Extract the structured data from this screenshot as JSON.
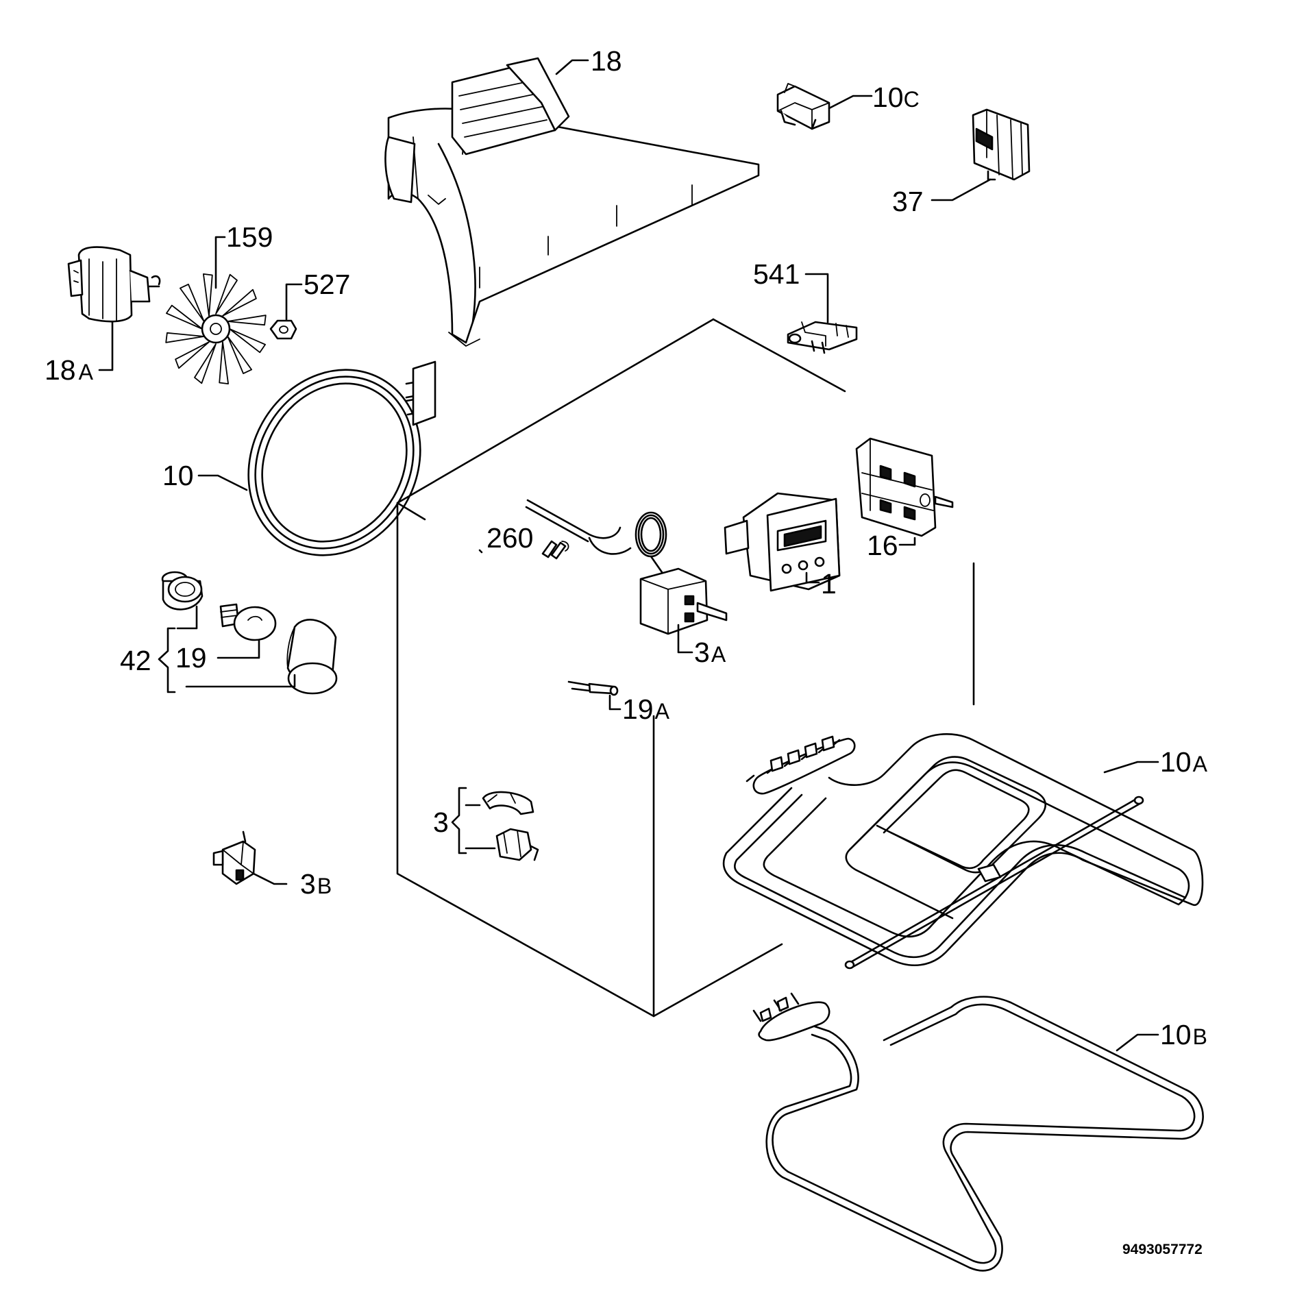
{
  "diagram": {
    "labels": [
      {
        "id": "18",
        "num": "18",
        "sfx": ""
      },
      {
        "id": "10C",
        "num": "10",
        "sfx": "C"
      },
      {
        "id": "37",
        "num": "37",
        "sfx": ""
      },
      {
        "id": "159",
        "num": "159",
        "sfx": ""
      },
      {
        "id": "527",
        "num": "527",
        "sfx": ""
      },
      {
        "id": "18A",
        "num": "18",
        "sfx": "A"
      },
      {
        "id": "541",
        "num": "541",
        "sfx": ""
      },
      {
        "id": "10",
        "num": "10",
        "sfx": ""
      },
      {
        "id": "16",
        "num": "16",
        "sfx": ""
      },
      {
        "id": "260",
        "num": "260",
        "sfx": ""
      },
      {
        "id": "1",
        "num": "1",
        "sfx": ""
      },
      {
        "id": "3A",
        "num": "3",
        "sfx": "A"
      },
      {
        "id": "42",
        "num": "42",
        "sfx": ""
      },
      {
        "id": "19",
        "num": "19",
        "sfx": ""
      },
      {
        "id": "19A",
        "num": "19",
        "sfx": "A"
      },
      {
        "id": "10A",
        "num": "10",
        "sfx": "A"
      },
      {
        "id": "3",
        "num": "3",
        "sfx": ""
      },
      {
        "id": "3B",
        "num": "3",
        "sfx": "B"
      },
      {
        "id": "10B",
        "num": "10",
        "sfx": "B"
      }
    ],
    "drawing_code": "9493057772"
  }
}
